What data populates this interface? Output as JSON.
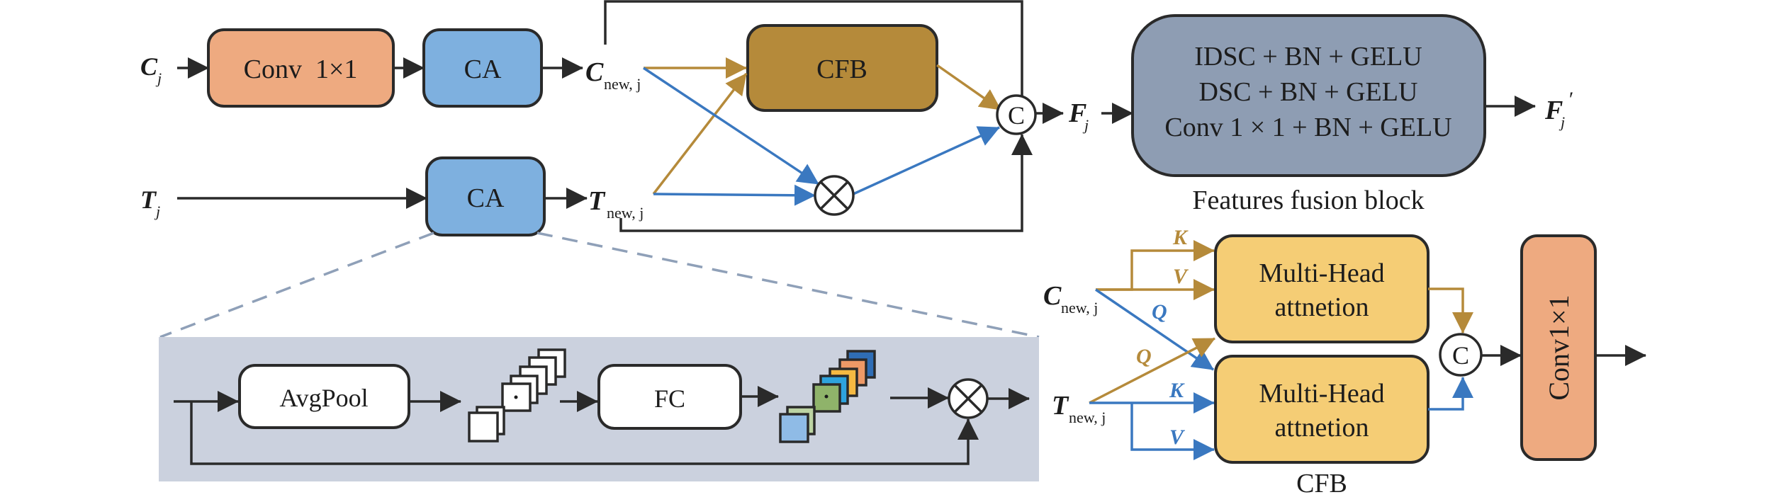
{
  "diagram": {
    "inputs": {
      "c": {
        "main": "C",
        "sub": "j"
      },
      "t": {
        "main": "T",
        "sub": "j"
      },
      "c_new": {
        "main": "C",
        "sub": "new, j"
      },
      "t_new": {
        "main": "T",
        "sub": "new, j"
      },
      "f": {
        "main": "F",
        "sub": "j"
      },
      "f_prime": {
        "main": "F",
        "sub": "j",
        "prime": "′"
      }
    },
    "blocks": {
      "conv_top": "Conv  1×1",
      "ca_top": "CA",
      "ca_bottom": "CA",
      "cfb": "CFB",
      "concat_symbol": "C",
      "ffb_lines": [
        "IDSC + BN + GELU",
        "DSC + BN + GELU",
        "Conv 1 × 1 + BN + GELU"
      ],
      "ffb_caption": "Features fusion block"
    },
    "ca_detail": {
      "avgpool": "AvgPool",
      "fc": "FC",
      "weight_colors": [
        "#2f6db5",
        "#ee9966",
        "#f5b942",
        "#2ea3dd",
        "#8fb36a",
        "#bcd3a3",
        "#8fbbe6"
      ]
    },
    "cfb_detail": {
      "k": "K",
      "v": "V",
      "q": "Q",
      "mha_line1": "Multi-Head",
      "mha_line2": "attnetion",
      "concat_symbol": "C",
      "conv": "Conv1×1",
      "caption": "CFB"
    },
    "colors": {
      "conv": "#eeaa80",
      "ca": "#7eb0df",
      "cfb": "#b58a3a",
      "ffb": "#8e9db3",
      "mha": "#f5cd75",
      "panel": "#cbd1de",
      "gold_arrow": "#b58a3a",
      "blue_arrow": "#3a78c0"
    }
  }
}
